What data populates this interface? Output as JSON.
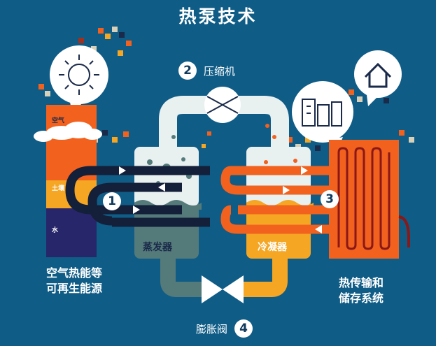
{
  "title": "热泵技术",
  "steps": [
    {
      "num": "2",
      "label": "压缩机"
    },
    {
      "num": "1",
      "label": ""
    },
    {
      "num": "3",
      "label": ""
    },
    {
      "num": "4",
      "label": "膨胀阀"
    }
  ],
  "source": {
    "layers": [
      "空气",
      "土壤",
      "水"
    ],
    "caption_line1": "空气热能等",
    "caption_line2": "可再生能源"
  },
  "evaporator_label": "蒸发器",
  "condenser_label": "冷凝器",
  "output": {
    "caption_line1": "热传输和",
    "caption_line2": "储存系统"
  },
  "colors": {
    "background": "#0f5c86",
    "hot": "#f2611d",
    "cold": "#141f3a",
    "gas": "#e8f0f0",
    "evaporator": "#557a7a",
    "condenser": "#f5a623"
  }
}
